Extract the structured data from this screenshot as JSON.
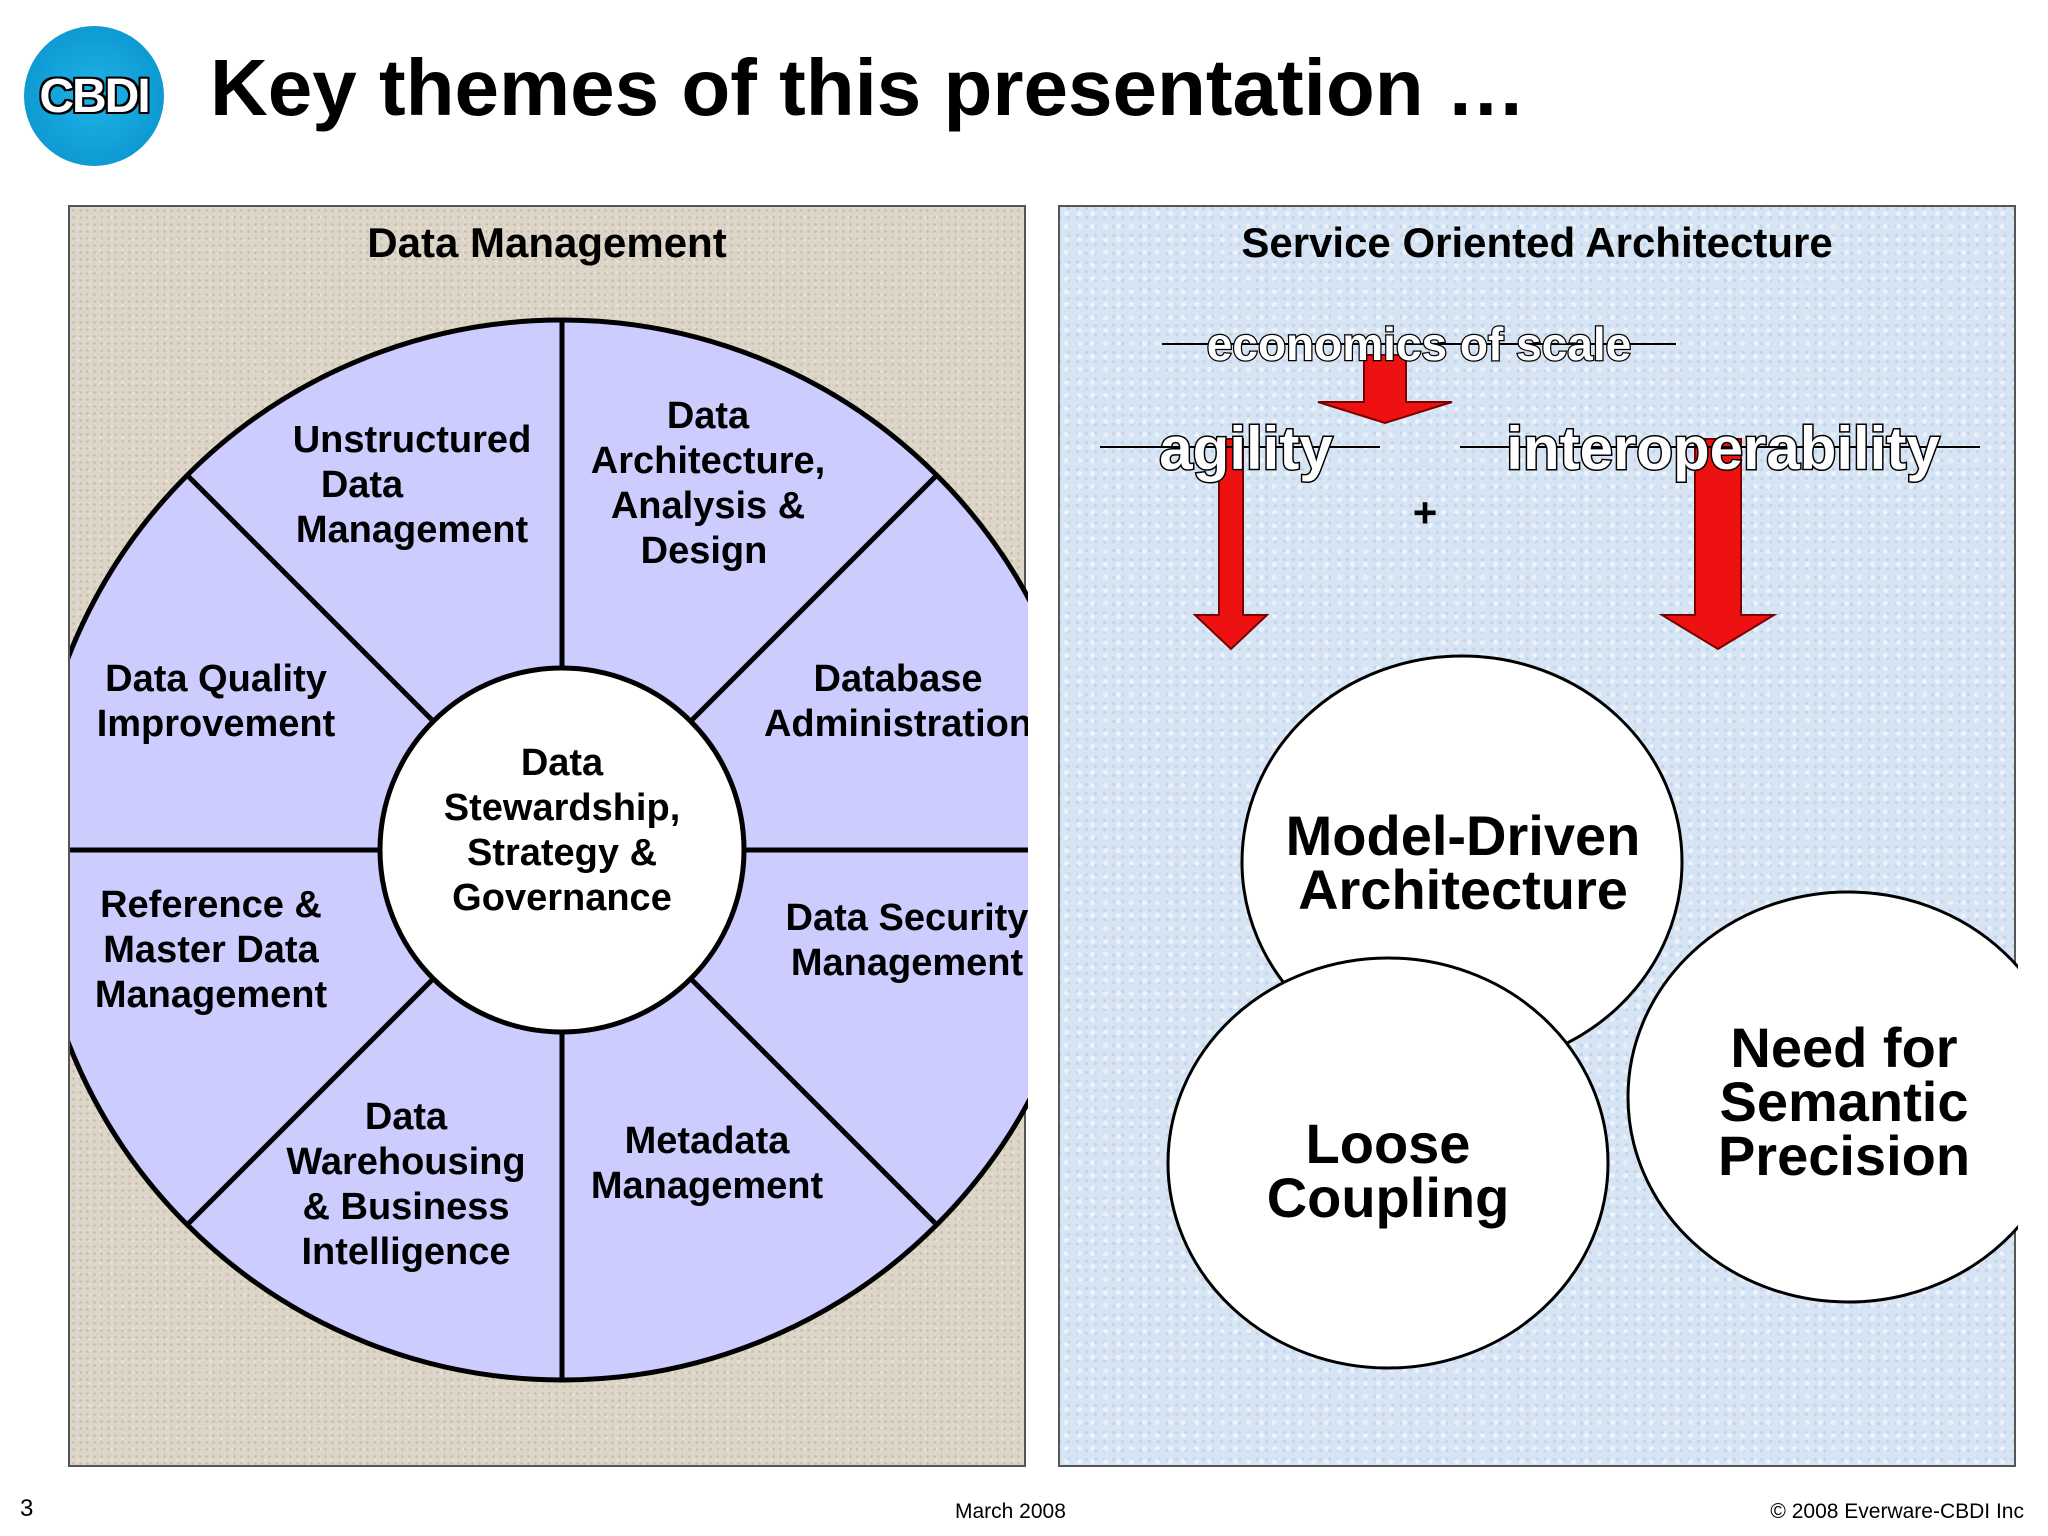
{
  "slide": {
    "title": "Key themes of this presentation …",
    "logo_text": "CBDI",
    "page_number": "3",
    "date": "March 2008",
    "copyright": "© 2008 Everware-CBDI Inc"
  },
  "data_management": {
    "title": "Data Management",
    "center": [
      "Data",
      "Stewardship,",
      "Strategy &",
      "Governance"
    ],
    "segments": {
      "unstructured": [
        "Unstructured",
        "Data",
        "Management"
      ],
      "architecture": [
        "Data",
        "Architecture,",
        "Analysis &",
        "Design"
      ],
      "database": [
        "Database",
        "Administration"
      ],
      "security": [
        "Data Security",
        "Management"
      ],
      "metadata": [
        "Metadata",
        "Management"
      ],
      "warehousing": [
        "Data",
        "Warehousing",
        "& Business",
        "Intelligence"
      ],
      "reference": [
        "Reference &",
        "Master Data",
        "Management"
      ],
      "quality": [
        "Data Quality",
        "Improvement"
      ]
    },
    "colors": {
      "segment_fill": "#ccccff",
      "center_fill": "#ffffff"
    }
  },
  "soa": {
    "title": "Service Oriented Architecture",
    "economics": "economics of scale",
    "agility": "agility",
    "interoperability": "interoperability",
    "plus": "+",
    "circles": {
      "mda": [
        "Model-Driven",
        "Architecture"
      ],
      "loose": [
        "Loose",
        "Coupling"
      ],
      "semantic": [
        "Need for",
        "Semantic",
        "Precision"
      ]
    },
    "colors": {
      "arrow": "#ee1111"
    }
  }
}
